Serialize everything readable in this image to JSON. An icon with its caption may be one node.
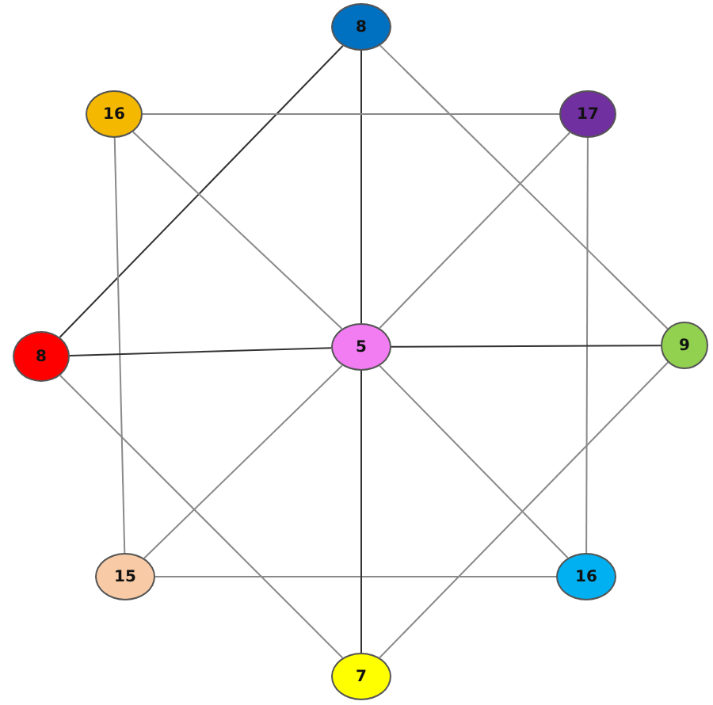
{
  "diagram": {
    "nodes": [
      {
        "text": [
          "8"
        ]
      },
      {
        "text": [
          "16"
        ]
      },
      {
        "text": [
          "17"
        ]
      },
      {
        "text": [
          "8"
        ]
      },
      {
        "text": [
          "5"
        ]
      },
      {
        "text": [
          "9"
        ]
      },
      {
        "text": [
          "15"
        ]
      },
      {
        "text": [
          "16"
        ]
      },
      {
        "text": [
          "7"
        ]
      }
    ],
    "edges": [
      {
        "from": 0,
        "to": 4,
        "arrow": "none",
        "color": "#333333"
      },
      {
        "from": 0,
        "to": 3,
        "arrow": "none",
        "color": "#333333"
      },
      {
        "from": 0,
        "to": 5,
        "arrow": "none"
      },
      {
        "from": 1,
        "to": 2,
        "arrow": "none"
      },
      {
        "from": 1,
        "to": 6,
        "arrow": "none"
      },
      {
        "from": 1,
        "to": 4,
        "arrow": "none"
      },
      {
        "from": 2,
        "to": 4,
        "arrow": "none"
      },
      {
        "from": 2,
        "to": 7,
        "arrow": "none"
      },
      {
        "from": 3,
        "to": 4,
        "arrow": "none",
        "color": "#333333"
      },
      {
        "from": 4,
        "to": 5,
        "arrow": "none",
        "color": "#333333"
      },
      {
        "from": 3,
        "to": 8,
        "arrow": "none"
      },
      {
        "from": 4,
        "to": 6,
        "arrow": "none"
      },
      {
        "from": 6,
        "to": 7,
        "arrow": "none"
      },
      {
        "from": 4,
        "to": 7,
        "arrow": "none"
      },
      {
        "from": 4,
        "to": 8,
        "arrow": "none",
        "color": "#333333"
      },
      {
        "from": 5,
        "to": 8,
        "arrow": "none"
      }
    ]
  }
}
